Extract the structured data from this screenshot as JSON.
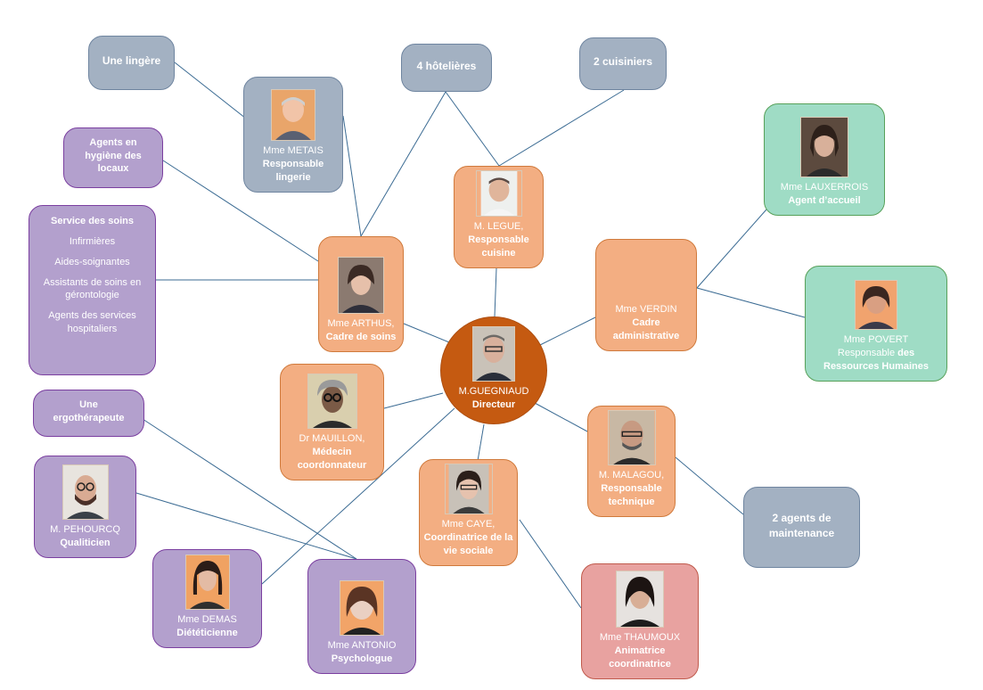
{
  "colors": {
    "gray": "#a3b1c2",
    "purple": "#b3a0cd",
    "orange": "#f3ae82",
    "green": "#9fdcc5",
    "pink": "#e8a2a0",
    "director": "#c55a11",
    "link": "#3b6b93"
  },
  "director": {
    "name": "M.GUEGNIAUD",
    "role": "Directeur",
    "photo_icon": "portrait-photo"
  },
  "nodes": {
    "lingere": {
      "label": "Une lingère"
    },
    "metais": {
      "name": "Mme METAIS",
      "role": "Responsable lingerie",
      "photo_icon": "portrait-photo"
    },
    "hotelieres": {
      "label": "4 hôtelières"
    },
    "cuisiniers": {
      "label": "2 cuisiniers"
    },
    "hygiene": {
      "label": "Agents en hygiène des locaux"
    },
    "legue": {
      "name": "M. LEGUE,",
      "role": "Responsable cuisine",
      "photo_icon": "portrait-photo"
    },
    "lauxerrois": {
      "name": "Mme LAUXERROIS",
      "role": "Agent d’accueil",
      "photo_icon": "portrait-photo"
    },
    "soins": {
      "title": "Service des soins",
      "items": [
        "Infirmières",
        "Aides-soignantes",
        "Assistants de soins en gérontologie",
        "Agents des services hospitaliers"
      ]
    },
    "arthus": {
      "name": "Mme ARTHUS,",
      "role": "Cadre de soins",
      "photo_icon": "portrait-photo"
    },
    "verdin": {
      "name": "Mme VERDIN",
      "role": "Cadre administrative"
    },
    "povert": {
      "name": "Mme POVERT",
      "role_prefix": "Responsable",
      "role_bold": "des Ressources Humaines",
      "photo_icon": "portrait-photo"
    },
    "ergo": {
      "label": "Une ergothérapeute"
    },
    "mauillon": {
      "name": "Dr MAUILLON,",
      "role": "Médecin coordonnateur",
      "photo_icon": "portrait-photo"
    },
    "malagou": {
      "name": "M. MALAGOU,",
      "role": "Responsable technique",
      "photo_icon": "portrait-photo"
    },
    "maintenance": {
      "label": "2 agents de maintenance"
    },
    "pehourcq": {
      "name": "M. PEHOURCQ",
      "role": "Qualiticien",
      "photo_icon": "portrait-photo"
    },
    "caye": {
      "name": "Mme CAYE,",
      "role": "Coordinatrice de la vie sociale",
      "photo_icon": "portrait-photo"
    },
    "demas": {
      "name": "Mme DEMAS",
      "role": "Diététicienne",
      "photo_icon": "portrait-photo"
    },
    "antonio": {
      "name": "Mme ANTONIO",
      "role": "Psychologue",
      "photo_icon": "portrait-photo"
    },
    "thaumoux": {
      "name": "Mme THAUMOUX",
      "role": "Animatrice coordinatrice",
      "photo_icon": "portrait-photo"
    }
  }
}
